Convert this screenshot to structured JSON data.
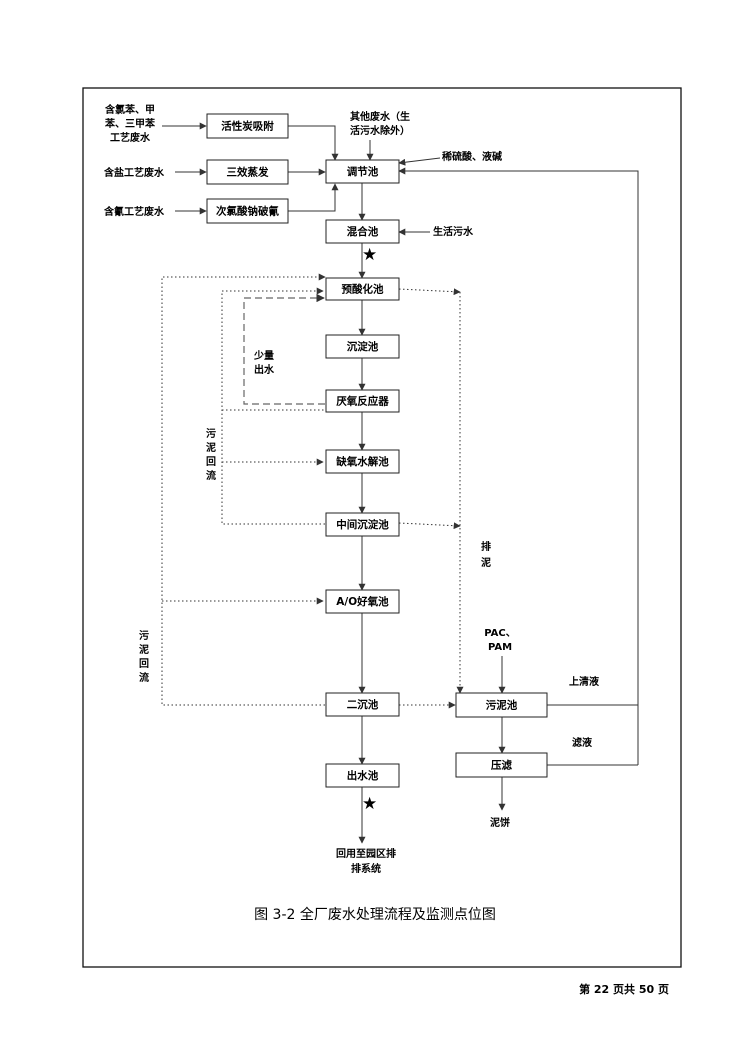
{
  "nodes": {
    "activated_carbon": "活性炭吸附",
    "triple_evap": "三效蒸发",
    "hypochlorite": "次氯酸钠破氰",
    "regulating": "调节池",
    "mixing": "混合池",
    "pre_acid": "预酸化池",
    "settling": "沉淀池",
    "anaerobic": "厌氧反应器",
    "anoxic_hydrolysis": "缺氧水解池",
    "mid_settling": "中间沉淀池",
    "ao_aerobic": "A/O好氧池",
    "secondary_settling": "二沉池",
    "effluent": "出水池",
    "sludge_tank": "污泥池",
    "press_filter": "压滤"
  },
  "labels": {
    "src1_l1": "含氯苯、甲",
    "src1_l2": "苯、三甲苯",
    "src1_l3": "工艺废水",
    "src2": "含盐工艺废水",
    "src3": "含氰工艺废水",
    "other_l1": "其他废水（生",
    "other_l2": "活污水除外）",
    "acid_alkali": "稀硫酸、液碱",
    "domestic": "生活污水",
    "small_l1": "少量",
    "small_l2": "出水",
    "sludge_return_1": [
      "污",
      "泥",
      "回",
      "流"
    ],
    "sludge_return_2": [
      "污",
      "泥",
      "回",
      "流"
    ],
    "discharge_sludge": [
      "排",
      "泥"
    ],
    "pac_l1": "PAC、",
    "pac_l2": "PAM",
    "supernatant": "上清液",
    "filtrate": "滤液",
    "sludge_cake": "泥饼",
    "reuse_l1": "回用至园区排",
    "reuse_l2": "排系统",
    "star_symbol": "★"
  },
  "caption": "图 3-2 全厂废水处理流程及监测点位图",
  "footer": "第 22 页共 50 页"
}
